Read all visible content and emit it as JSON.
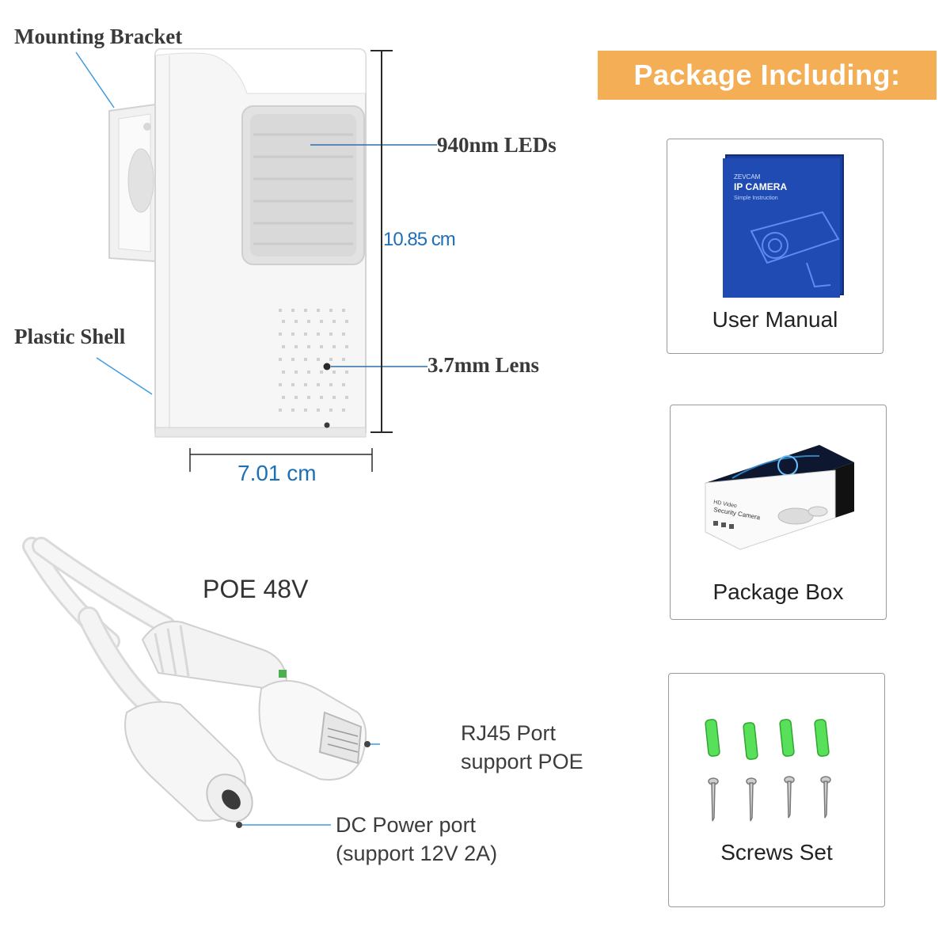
{
  "camera": {
    "labels": {
      "mounting_bracket": "Mounting Bracket",
      "plastic_shell": "Plastic Shell",
      "leds": "940nm LEDs",
      "lens": "3.7mm Lens"
    },
    "dimensions": {
      "height": "10.85 cm",
      "width": "7.01 cm"
    }
  },
  "cable": {
    "title": "POE 48V",
    "rj45_line1": "RJ45 Port",
    "rj45_line2": "support POE",
    "dc_line1": "DC Power port",
    "dc_line2": "(support 12V 2A)"
  },
  "package": {
    "heading": "Package Including:",
    "items": [
      {
        "label": "User Manual",
        "icon": "user-manual-booklet"
      },
      {
        "label": "Package Box",
        "icon": "package-box"
      },
      {
        "label": "Screws Set",
        "icon": "screws-set"
      }
    ],
    "manual_cover_lines": [
      "IP CAMERA",
      "Simple Instruction"
    ],
    "box_lines": [
      "HD Video",
      "Security Camera"
    ]
  },
  "colors": {
    "banner": "#f3ae56",
    "dimension_text": "#1f6fb5",
    "anchor_bright": "#3d9be0",
    "manual_cover": "#1a3f9e",
    "anchor_green": "#58e05a"
  }
}
